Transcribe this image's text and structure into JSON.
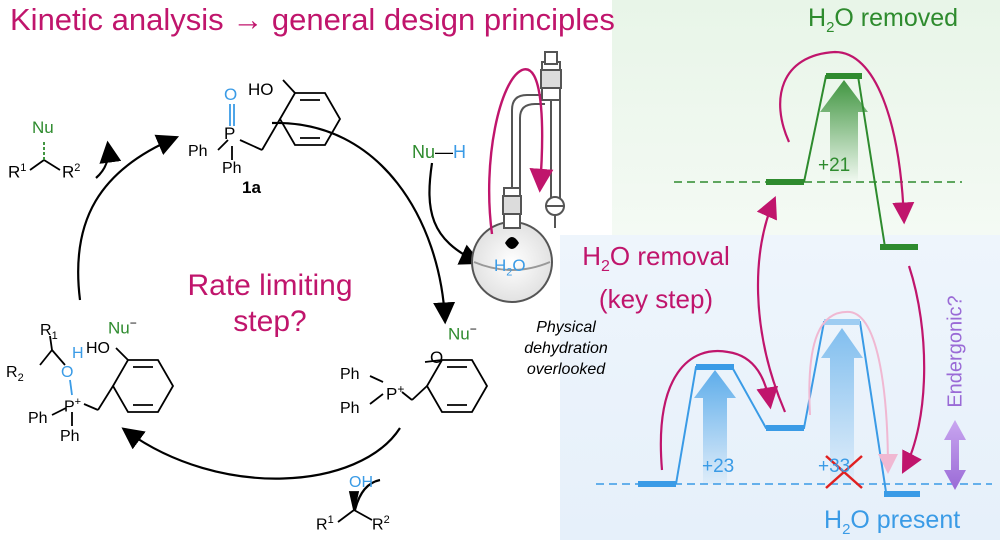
{
  "title": {
    "left": "Kinetic analysis",
    "arrow": "→",
    "right": "general design principles"
  },
  "cycle": {
    "question_line1": "Rate limiting",
    "question_line2": "step?",
    "compound_label": "1a",
    "nucleophile": {
      "nu": "Nu",
      "bond": "—",
      "h": "H"
    },
    "alcohol": {
      "oh": "OH",
      "r1": "R",
      "r1_sup": "1",
      "r2": "R",
      "r2_sup": "2"
    },
    "product": {
      "nu": "Nu",
      "r1": "R",
      "r1_sup": "1",
      "r2": "R",
      "r2_sup": "2"
    },
    "anion": {
      "nu": "Nu",
      "charge": "−"
    },
    "phosphonium": {
      "ph1": "Ph",
      "ph2": "Ph",
      "p": "P",
      "charge": "+",
      "o": "O"
    },
    "catalyst": {
      "ho": "HO",
      "o": "O",
      "p": "P",
      "ph1": "Ph",
      "ph2": "Ph"
    },
    "intermediate": {
      "r1": "R",
      "r1_sub": "1",
      "r2": "R",
      "r2_sub": "2",
      "o": "O",
      "h": "H",
      "ho": "HO",
      "p": "P",
      "charge": "+",
      "ph1": "Ph",
      "ph2": "Ph"
    }
  },
  "apparatus": {
    "flask_text": "H",
    "flask_sub": "2",
    "flask_text2": "O",
    "note": [
      "Physical",
      "dehydration",
      "overlooked"
    ]
  },
  "energy_diagram": {
    "removed_label": {
      "pre": "H",
      "sub": "2",
      "post": "O removed"
    },
    "present_label": {
      "pre": "H",
      "sub": "2",
      "post": "O present"
    },
    "removal_label": {
      "line1_pre": "H",
      "line1_sub": "2",
      "line1_post": "O removal",
      "line2": "(key step)"
    },
    "barrier_removed": "+21",
    "barrier_present_1": "+23",
    "barrier_present_2": "+33",
    "endergonic": "Endergonic?",
    "colors": {
      "removed": "#2e8b2e",
      "present": "#3a9be6",
      "accent": "#c0156c",
      "purple": "#9a6ad6"
    }
  }
}
